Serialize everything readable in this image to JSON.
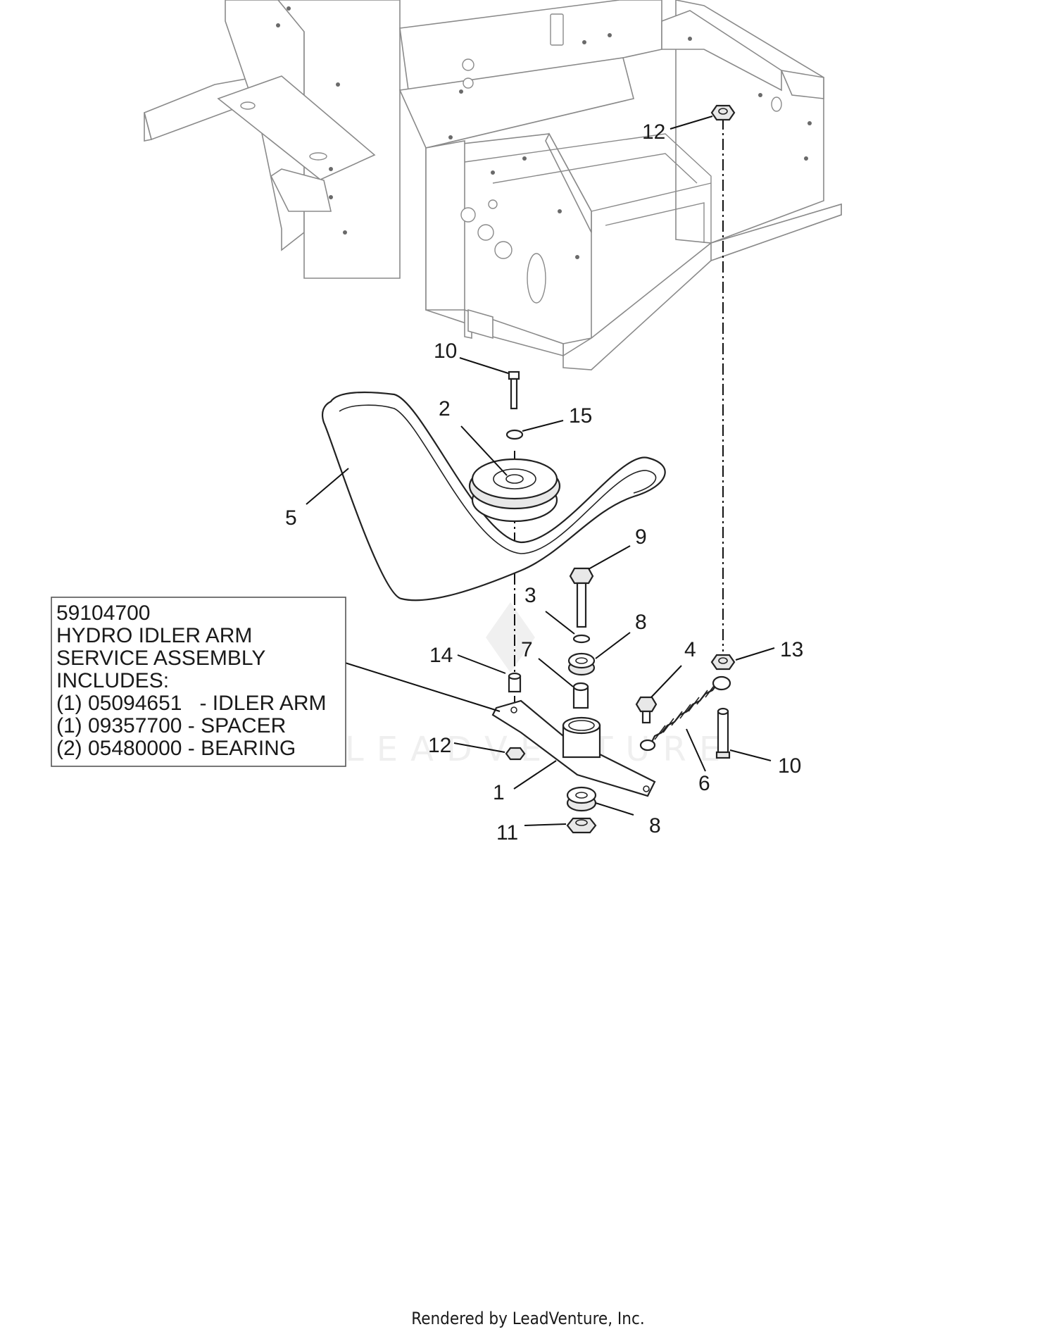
{
  "callouts": {
    "c12a": "12",
    "c10a": "10",
    "c2": "2",
    "c15": "15",
    "c5": "5",
    "c9": "9",
    "c3": "3",
    "c8a": "8",
    "c14": "14",
    "c7": "7",
    "c4": "4",
    "c13": "13",
    "c12b": "12",
    "c1": "1",
    "c6": "6",
    "c10b": "10",
    "c11": "11",
    "c8b": "8"
  },
  "assembly_box": {
    "line1": "59104700",
    "line2": "HYDRO IDLER ARM",
    "line3": "SERVICE ASSEMBLY",
    "line4": "INCLUDES:",
    "line5": "(1) 05094651   - IDLER ARM",
    "line6": "(1) 09357700 - SPACER",
    "line7": "(2) 05480000 - BEARING"
  },
  "watermark": "LEADVENTURE",
  "footer": "Rendered by LeadVenture, Inc."
}
